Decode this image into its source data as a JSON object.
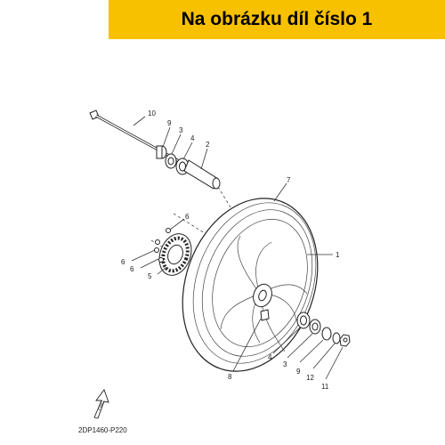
{
  "banner": {
    "text": "Na obrázku díl číslo 1",
    "color": "#f7c100"
  },
  "callouts": [
    "1",
    "2",
    "3",
    "4",
    "5",
    "6",
    "7",
    "8",
    "9",
    "10",
    "11",
    "12"
  ],
  "diagram_code": "2DP1460-P220",
  "fwd_label": "FWD"
}
